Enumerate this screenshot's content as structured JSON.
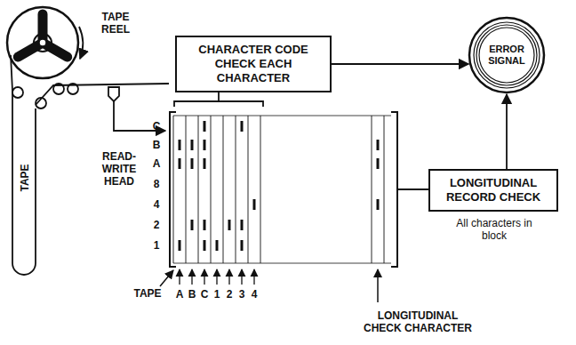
{
  "diagram": {
    "nodes": [
      {
        "text": [
          "CHARACTER CODE CHECK EACH CHARACTER"
        ]
      },
      {
        "text": [
          "ERROR SIGNAL"
        ]
      },
      {
        "text": [
          "LONGITUDINAL RECORD CHECK"
        ]
      }
    ],
    "edges": [
      {
        "from": 0,
        "to": 1,
        "arrow": "to"
      },
      {
        "from": 2,
        "to": 1,
        "arrow": "to"
      }
    ],
    "labels": [
      "TAPE REEL",
      "TAPE",
      "READ-WRITE HEAD",
      "C",
      "B",
      "A",
      "8",
      "4",
      "2",
      "1",
      "TAPE",
      "A",
      "B",
      "C",
      "1",
      "2",
      "3",
      "4",
      "LONGITUDINAL CHECK CHARACTER",
      "All characters in block"
    ]
  }
}
